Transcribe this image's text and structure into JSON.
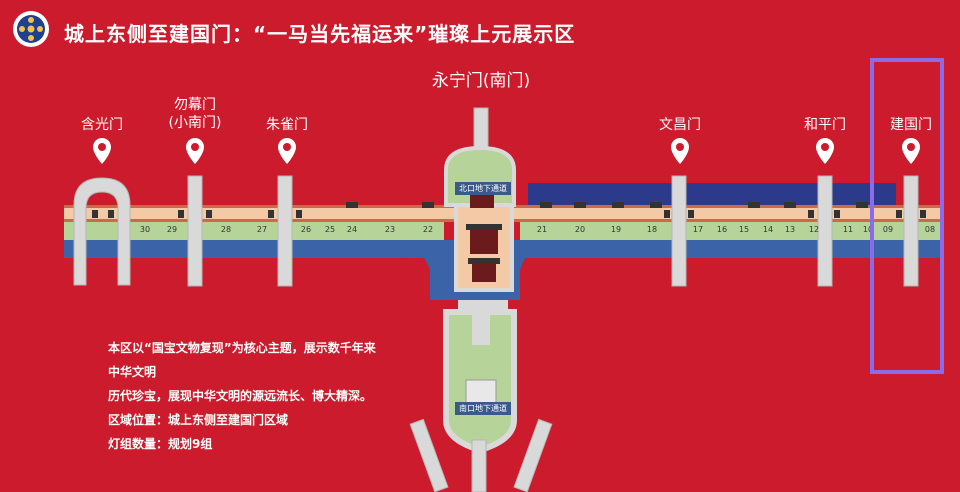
{
  "header": {
    "title": "城上东侧至建国门：“一马当先福运来”璀璨上元展示区",
    "logo_icon": "lantern-logo-icon"
  },
  "gates": {
    "center": "永宁门(南门)",
    "hanguang": "含光门",
    "qinmu_line1": "勿幕门",
    "qinmu_line2": "(小南门)",
    "zhuque": "朱雀门",
    "wenchang": "文昌门",
    "heping": "和平门",
    "jianguo": "建国门"
  },
  "tunnels": {
    "north": "北口地下通道",
    "south": "南口地下通道"
  },
  "section_numbers": [
    "30",
    "29",
    "28",
    "27",
    "26",
    "25",
    "24",
    "23",
    "22",
    "21",
    "20",
    "19",
    "18",
    "17",
    "16",
    "15",
    "14",
    "13",
    "12",
    "11",
    "10",
    "09",
    "08"
  ],
  "info": {
    "line1": "本区以“国宝文物复现”为核心主题，展示数千年来",
    "line2": "中华文明",
    "line3": "历代珍宝，展现中华文明的源远流长、博大精深。",
    "line4": "区域位置：城上东侧至建国门区域",
    "line5": "灯组数量：规划9组"
  },
  "colors": {
    "background": "#cc1b2c",
    "wall": "#f3c9a6",
    "moat": "#3a63a8",
    "road": "#d9d9d9",
    "grass": "#b6d39a",
    "highlight_band": "#2c3a8c",
    "highlight_border": "#8d6ae8"
  }
}
